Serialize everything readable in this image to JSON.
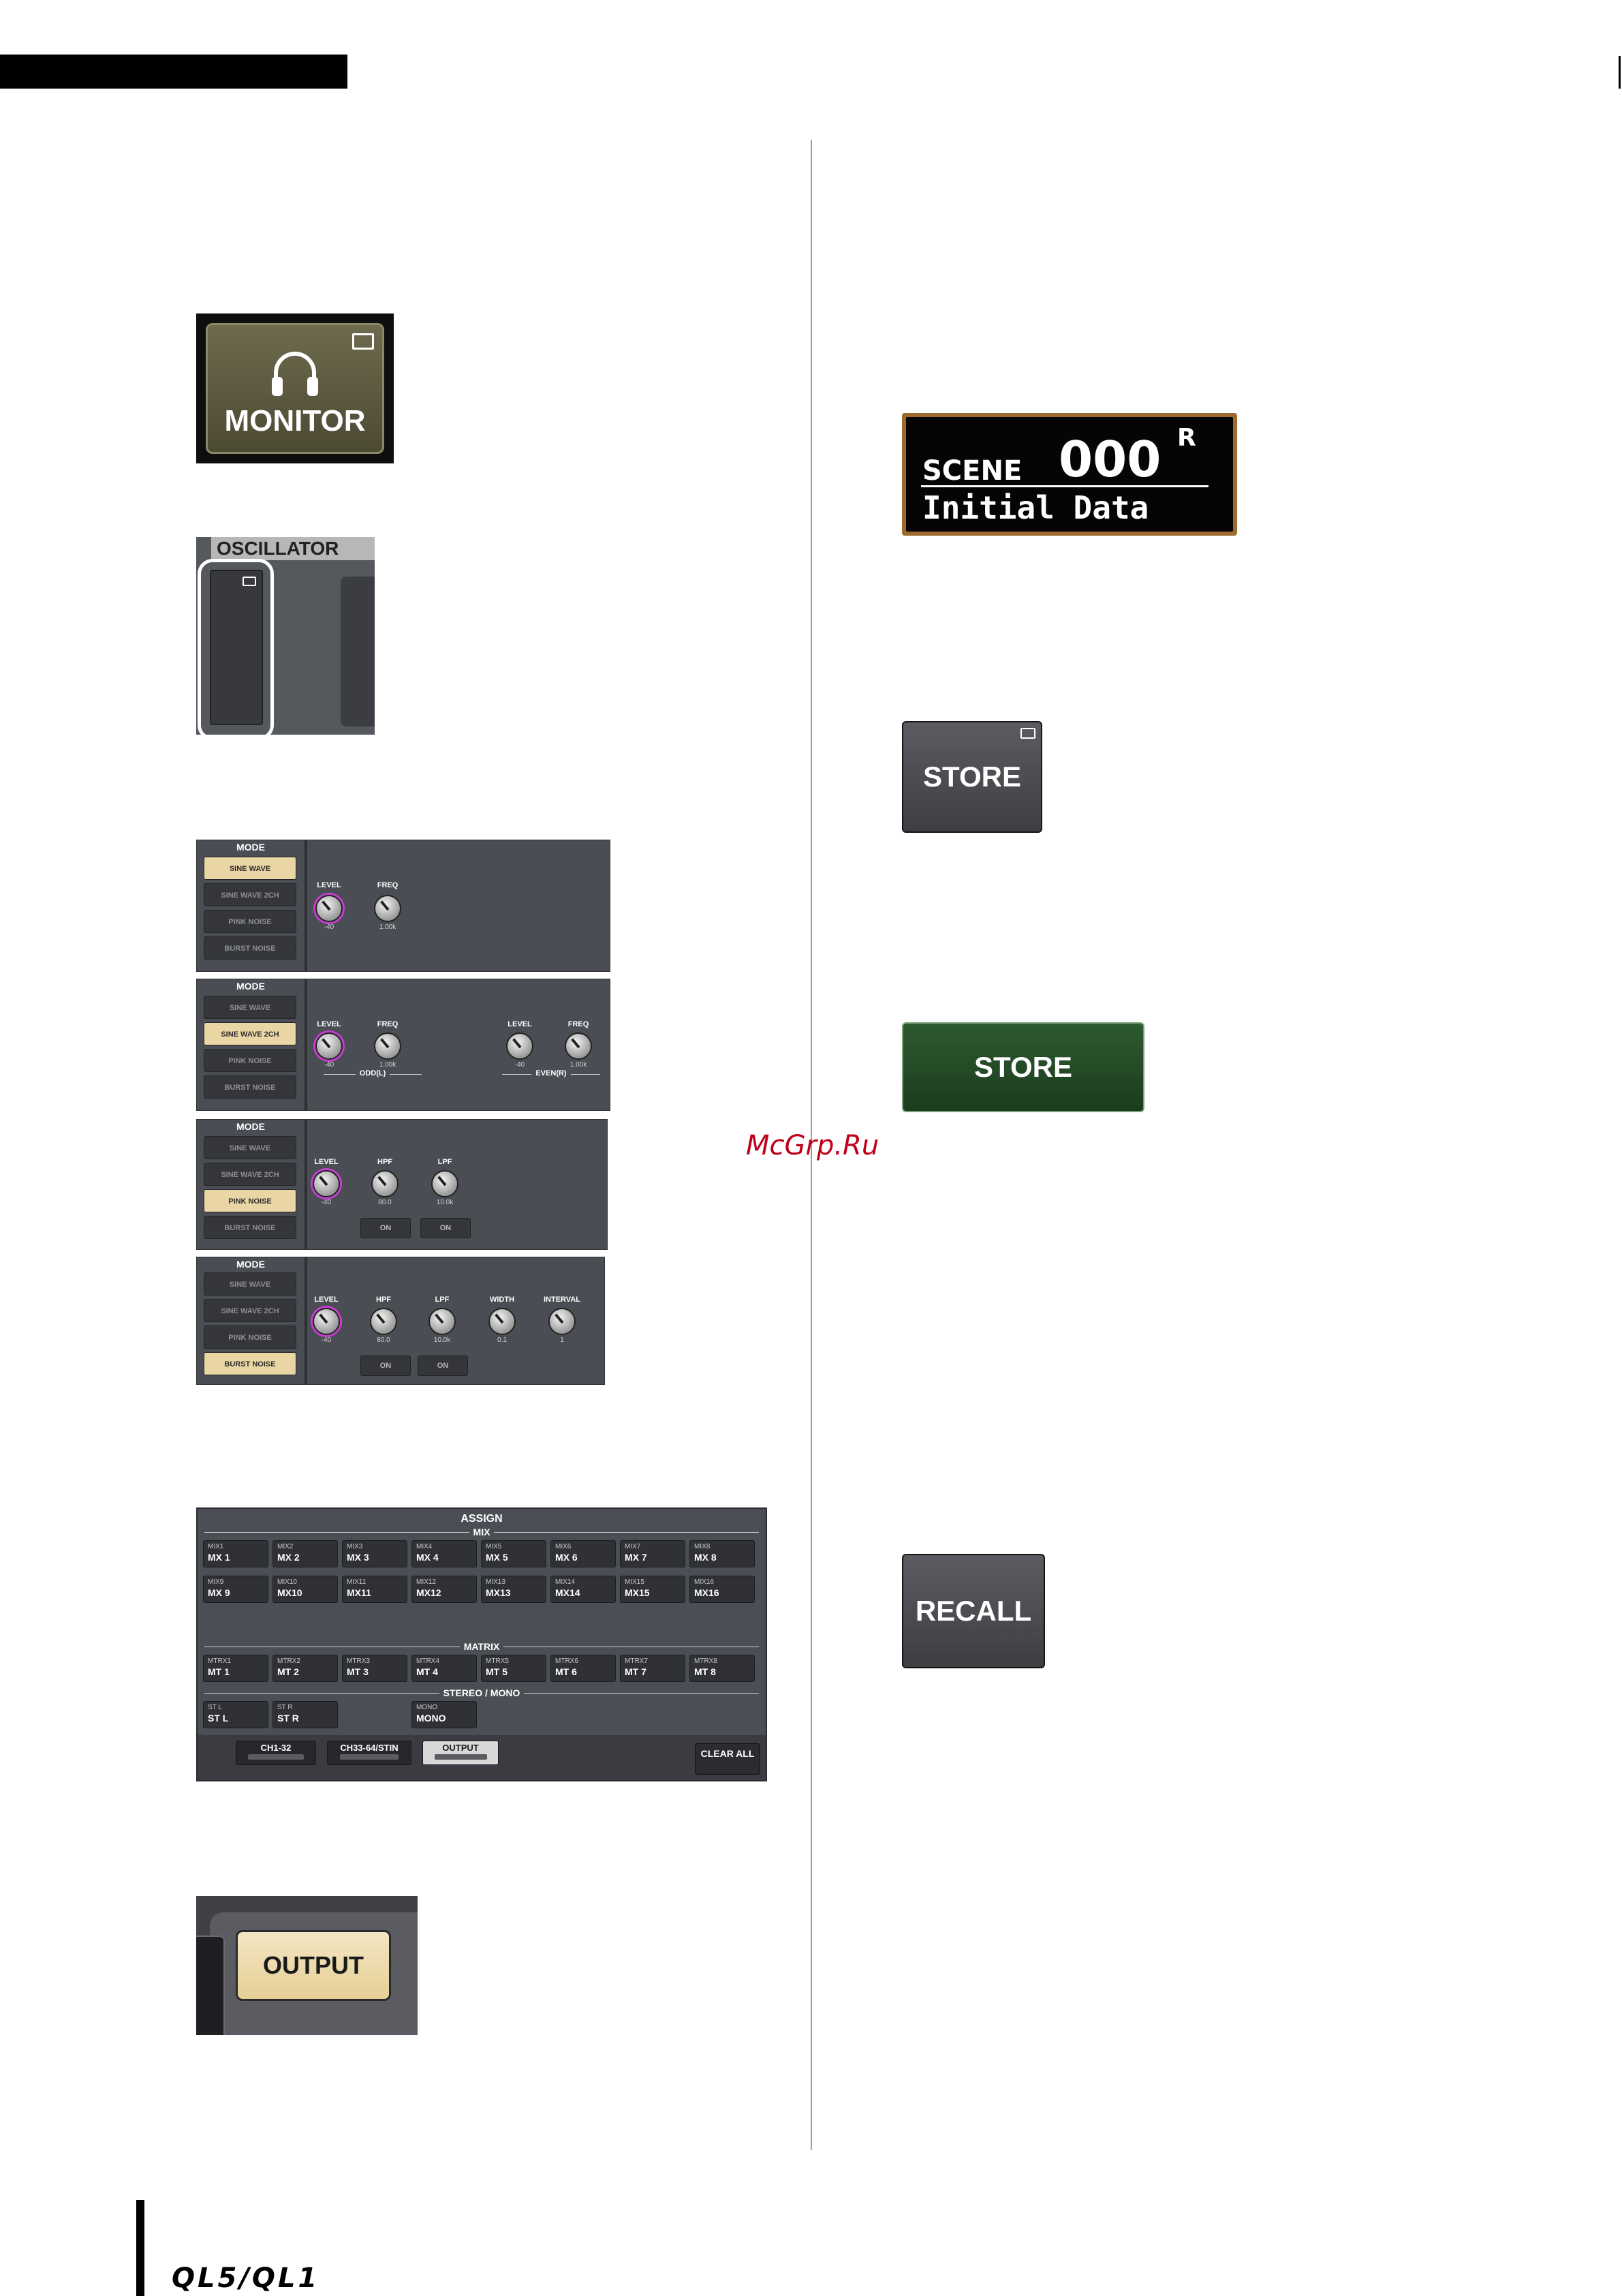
{
  "watermark": "McGrp.Ru",
  "footer": {
    "logo": "QL5/QL1"
  },
  "monitor_button": {
    "label": "MONITOR"
  },
  "oscillator": {
    "title": "OSCILLATOR"
  },
  "mode_panels": [
    {
      "title": "MODE",
      "buttons": [
        "SINE WAVE",
        "SINE WAVE 2CH",
        "PINK NOISE",
        "BURST NOISE"
      ],
      "active": 0,
      "knobs": [
        {
          "label": "LEVEL",
          "value": "-40"
        },
        {
          "label": "FREQ",
          "value": "1.00k"
        }
      ]
    },
    {
      "title": "MODE",
      "buttons": [
        "SINE WAVE",
        "SINE WAVE 2CH",
        "PINK NOISE",
        "BURST NOISE"
      ],
      "active": 1,
      "knobs": [
        {
          "label": "LEVEL",
          "value": "-40"
        },
        {
          "label": "FREQ",
          "value": "1.00k"
        },
        {
          "label": "LEVEL",
          "value": "-40"
        },
        {
          "label": "FREQ",
          "value": "1.00k"
        }
      ],
      "groups": [
        "ODD(L)",
        "EVEN(R)"
      ]
    },
    {
      "title": "MODE",
      "buttons": [
        "SINE WAVE",
        "SINE WAVE 2CH",
        "PINK NOISE",
        "BURST NOISE"
      ],
      "active": 2,
      "knobs": [
        {
          "label": "LEVEL",
          "value": "-40"
        },
        {
          "label": "HPF",
          "value": "80.0"
        },
        {
          "label": "LPF",
          "value": "10.0k"
        }
      ],
      "on_buttons": [
        "ON",
        "ON"
      ]
    },
    {
      "title": "MODE",
      "buttons": [
        "SINE WAVE",
        "SINE WAVE 2CH",
        "PINK NOISE",
        "BURST NOISE"
      ],
      "active": 3,
      "knobs": [
        {
          "label": "LEVEL",
          "value": "-40"
        },
        {
          "label": "HPF",
          "value": "80.0"
        },
        {
          "label": "LPF",
          "value": "10.0k"
        },
        {
          "label": "WIDTH",
          "value": "0.1"
        },
        {
          "label": "INTERVAL",
          "value": "1"
        }
      ],
      "on_buttons": [
        "ON",
        "ON"
      ]
    }
  ],
  "assign": {
    "title": "ASSIGN",
    "mix_label": "MIX",
    "mix": [
      {
        "s": "MIX1",
        "b": "MX 1"
      },
      {
        "s": "MIX2",
        "b": "MX 2"
      },
      {
        "s": "MIX3",
        "b": "MX 3"
      },
      {
        "s": "MIX4",
        "b": "MX 4"
      },
      {
        "s": "MIX5",
        "b": "MX 5"
      },
      {
        "s": "MIX6",
        "b": "MX 6"
      },
      {
        "s": "MIX7",
        "b": "MX 7"
      },
      {
        "s": "MIX8",
        "b": "MX 8"
      },
      {
        "s": "MIX9",
        "b": "MX 9"
      },
      {
        "s": "MIX10",
        "b": "MX10"
      },
      {
        "s": "MIX11",
        "b": "MX11"
      },
      {
        "s": "MIX12",
        "b": "MX12"
      },
      {
        "s": "MIX13",
        "b": "MX13"
      },
      {
        "s": "MIX14",
        "b": "MX14"
      },
      {
        "s": "MIX15",
        "b": "MX15"
      },
      {
        "s": "MIX16",
        "b": "MX16"
      }
    ],
    "matrix_label": "MATRIX",
    "matrix": [
      {
        "s": "MTRX1",
        "b": "MT 1"
      },
      {
        "s": "MTRX2",
        "b": "MT 2"
      },
      {
        "s": "MTRX3",
        "b": "MT 3"
      },
      {
        "s": "MTRX4",
        "b": "MT 4"
      },
      {
        "s": "MTRX5",
        "b": "MT 5"
      },
      {
        "s": "MTRX6",
        "b": "MT 6"
      },
      {
        "s": "MTRX7",
        "b": "MT 7"
      },
      {
        "s": "MTRX8",
        "b": "MT 8"
      }
    ],
    "stereo_label": "STEREO / MONO",
    "stereo": [
      {
        "s": "ST L",
        "b": "ST L"
      },
      {
        "s": "ST R",
        "b": "ST R"
      }
    ],
    "mono": {
      "s": "MONO",
      "b": "MONO"
    },
    "tabs": [
      "CH1-32",
      "CH33-64/STIN",
      "OUTPUT"
    ],
    "clear_all": "CLEAR ALL"
  },
  "output_button": {
    "label": "OUTPUT"
  },
  "scene": {
    "label": "SCENE",
    "number": "000",
    "flag": "R",
    "name": "Initial Data"
  },
  "store_button": {
    "label": "STORE"
  },
  "store_confirm": {
    "label": "STORE"
  },
  "recall_button": {
    "label": "RECALL"
  }
}
